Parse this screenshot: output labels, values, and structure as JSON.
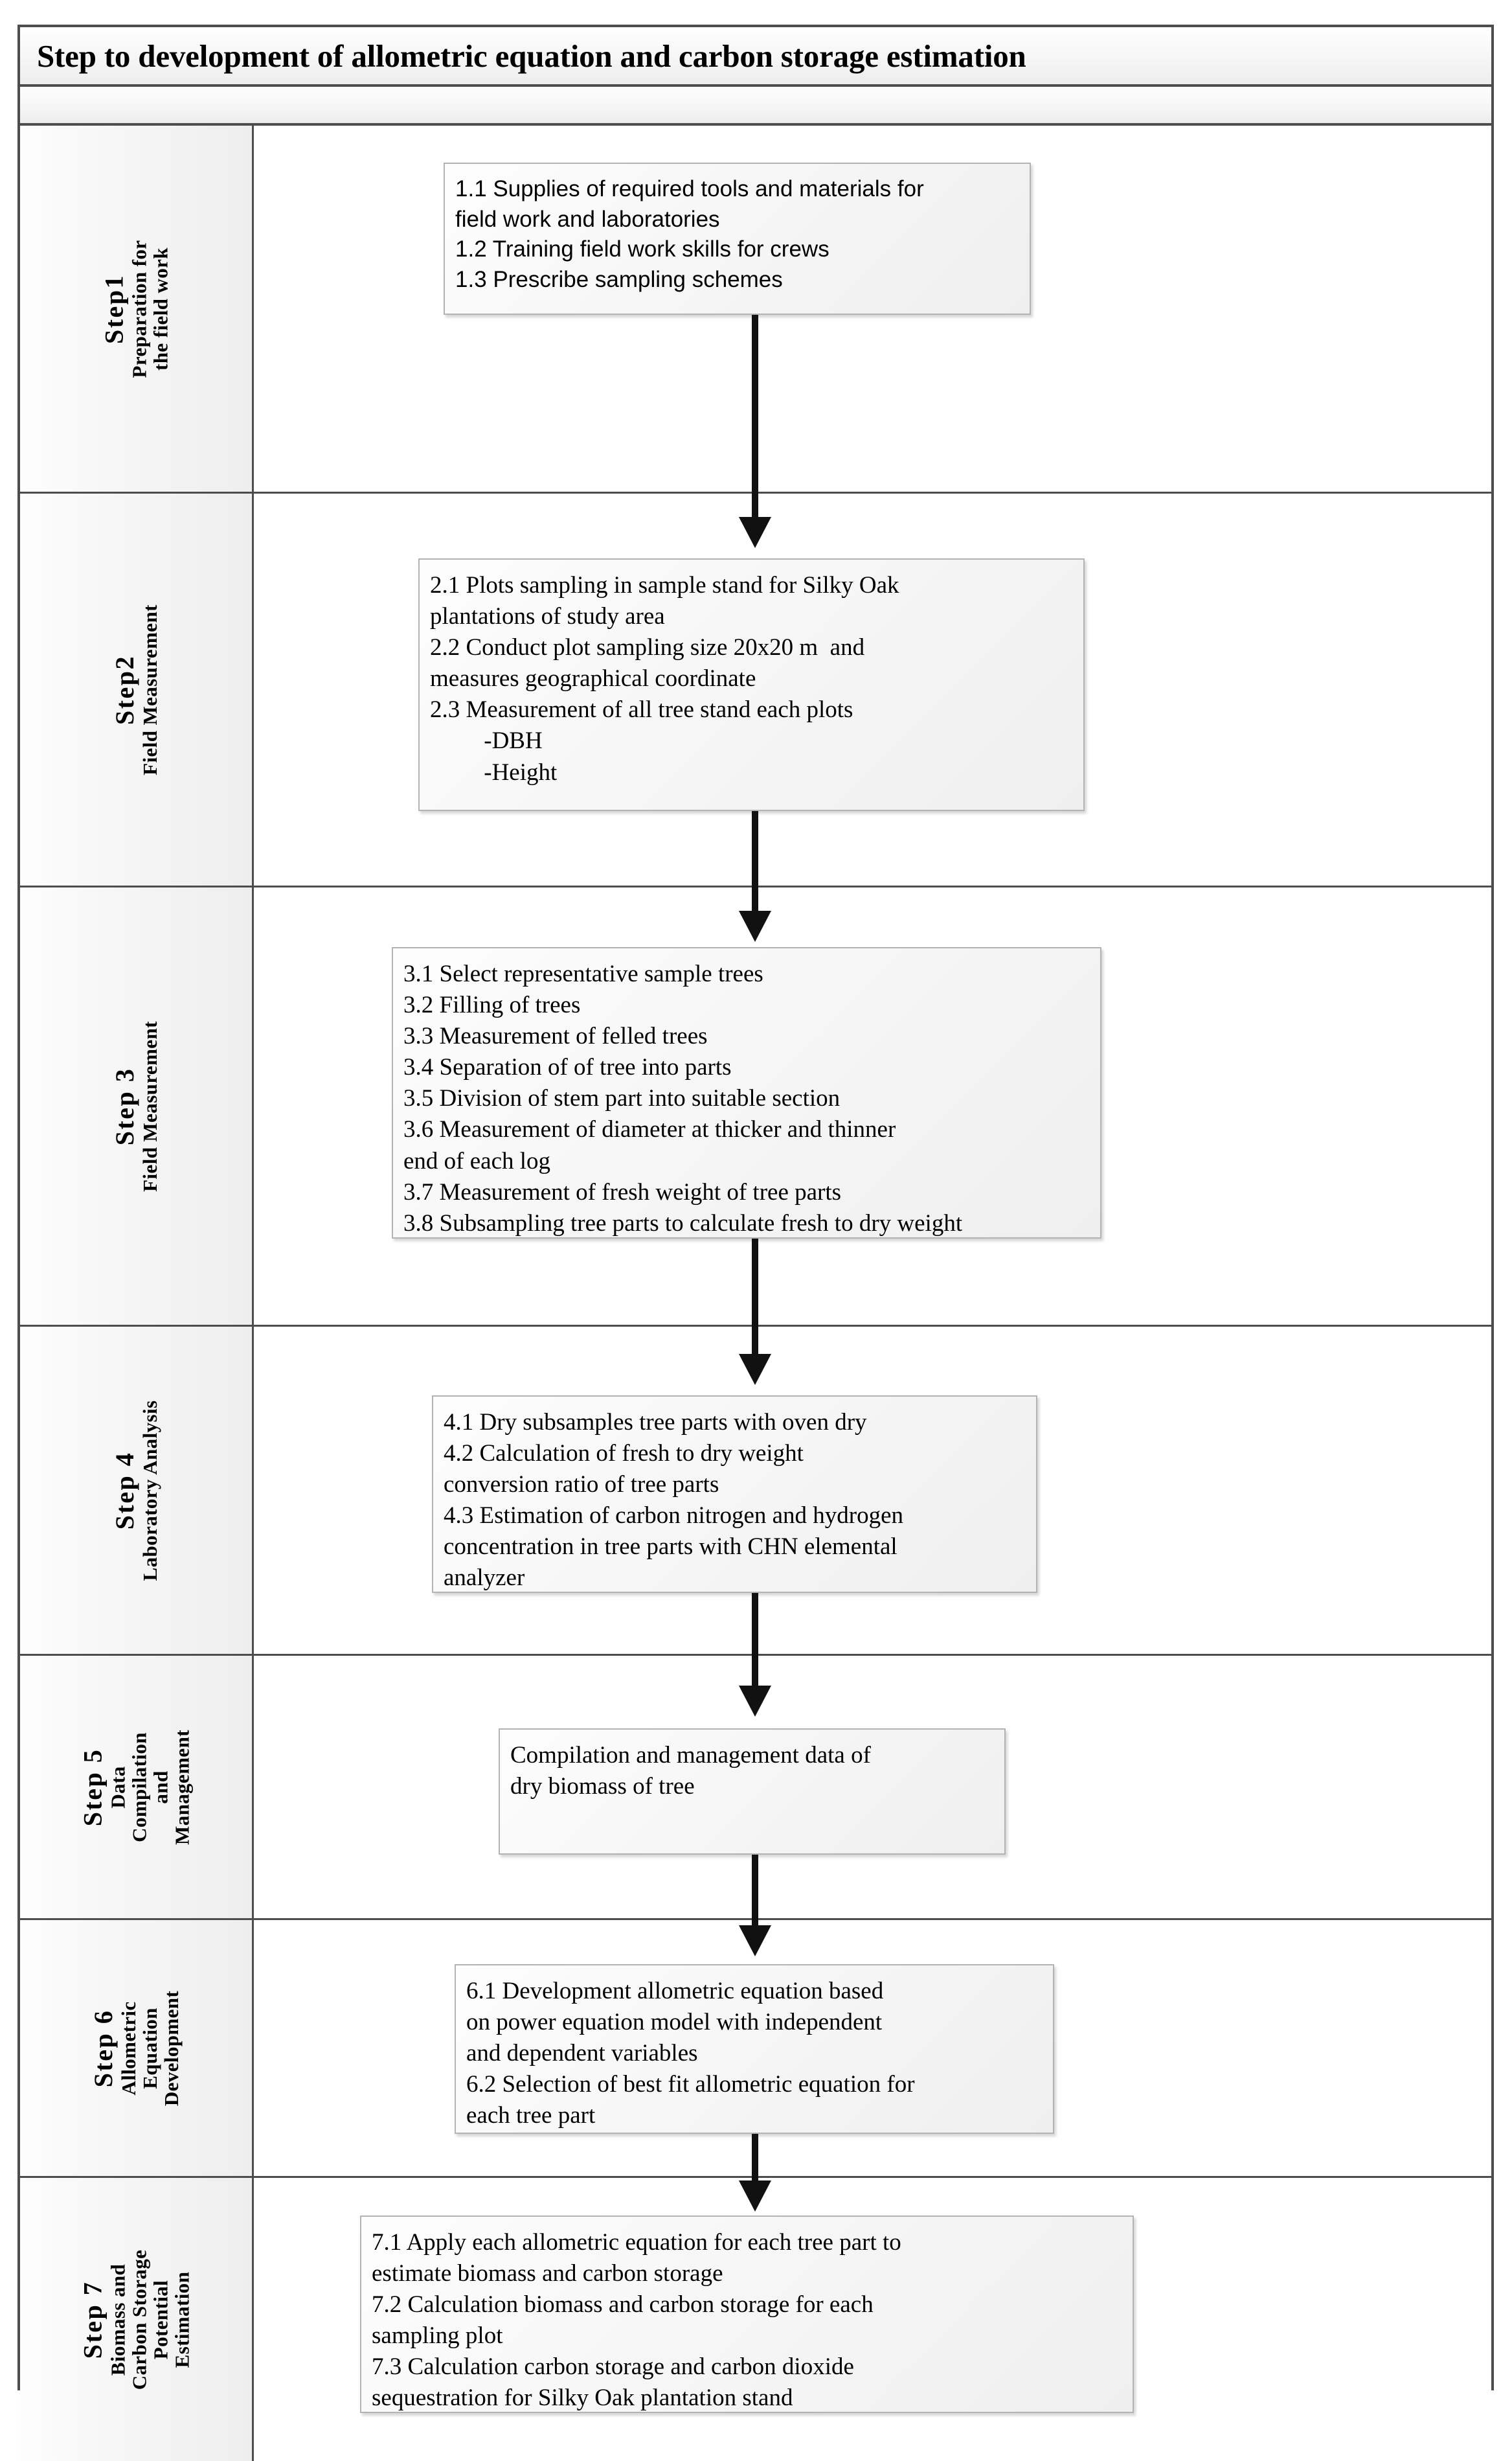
{
  "title": "Step to development of allometric equation and carbon storage estimation",
  "steps": [
    {
      "id": "step1",
      "label_main": "Step1",
      "label_sub": [
        "Preparation for",
        "the field work"
      ],
      "box_lines": [
        "1.1 Supplies of required tools and materials for",
        "field work and laboratories",
        "1.2 Training field work skills for crews",
        "1.3 Prescribe sampling schemes"
      ]
    },
    {
      "id": "step2",
      "label_main": "Step2",
      "label_sub": [
        "Field Measurement"
      ],
      "box_lines": [
        "2.1 Plots sampling in sample stand for Silky Oak",
        "plantations of study area",
        "2.2 Conduct plot sampling size 20x20 m  and",
        "measures geographical coordinate",
        "2.3 Measurement of all tree stand each plots",
        "         -DBH",
        "         -Height"
      ]
    },
    {
      "id": "step3",
      "label_main": "Step 3",
      "label_sub": [
        "Field Measurement"
      ],
      "box_lines": [
        "3.1 Select representative sample trees",
        "3.2 Filling of trees",
        "3.3 Measurement of felled trees",
        "3.4 Separation of of tree into parts",
        "3.5 Division of stem part into suitable section",
        "3.6 Measurement of diameter at thicker and thinner",
        "end of each log",
        "3.7 Measurement of fresh weight of tree parts",
        "3.8 Subsampling tree parts to calculate fresh to dry weight"
      ]
    },
    {
      "id": "step4",
      "label_main": "Step 4",
      "label_sub": [
        "Laboratory Analysis"
      ],
      "box_lines": [
        "4.1 Dry subsamples tree parts with oven dry",
        "4.2 Calculation of fresh to dry weight",
        "conversion ratio of tree parts",
        "4.3 Estimation of carbon nitrogen and hydrogen",
        "concentration in tree parts with CHN elemental",
        "analyzer"
      ]
    },
    {
      "id": "step5",
      "label_main": "Step 5",
      "label_sub": [
        "Data",
        "Compilation",
        "and",
        "Management"
      ],
      "box_lines": [
        "Compilation and management data of",
        "dry biomass of tree"
      ]
    },
    {
      "id": "step6",
      "label_main": "Step 6",
      "label_sub": [
        "Allometric",
        "Equation",
        "Development"
      ],
      "box_lines": [
        "6.1 Development allometric equation based",
        "on power equation model with independent",
        "and dependent variables",
        "6.2 Selection of best fit allometric equation for",
        "each tree part"
      ]
    },
    {
      "id": "step7",
      "label_main": "Step 7",
      "label_sub": [
        "Biomass and",
        "Carbon Storage",
        "Potential",
        "Estimation"
      ],
      "box_lines": [
        "7.1 Apply each allometric equation for each tree part to",
        "estimate biomass and carbon storage",
        "7.2 Calculation biomass and carbon storage for each",
        "sampling plot",
        "7.3 Calculation carbon storage and carbon dioxide",
        "sequestration for Silky Oak plantation stand"
      ]
    }
  ],
  "colors": {
    "frame_border": "#4d4d4d",
    "box_border": "#b3b3b3",
    "arrow": "#111111",
    "label_bg": "#f4f4f4",
    "text": "#000000"
  }
}
